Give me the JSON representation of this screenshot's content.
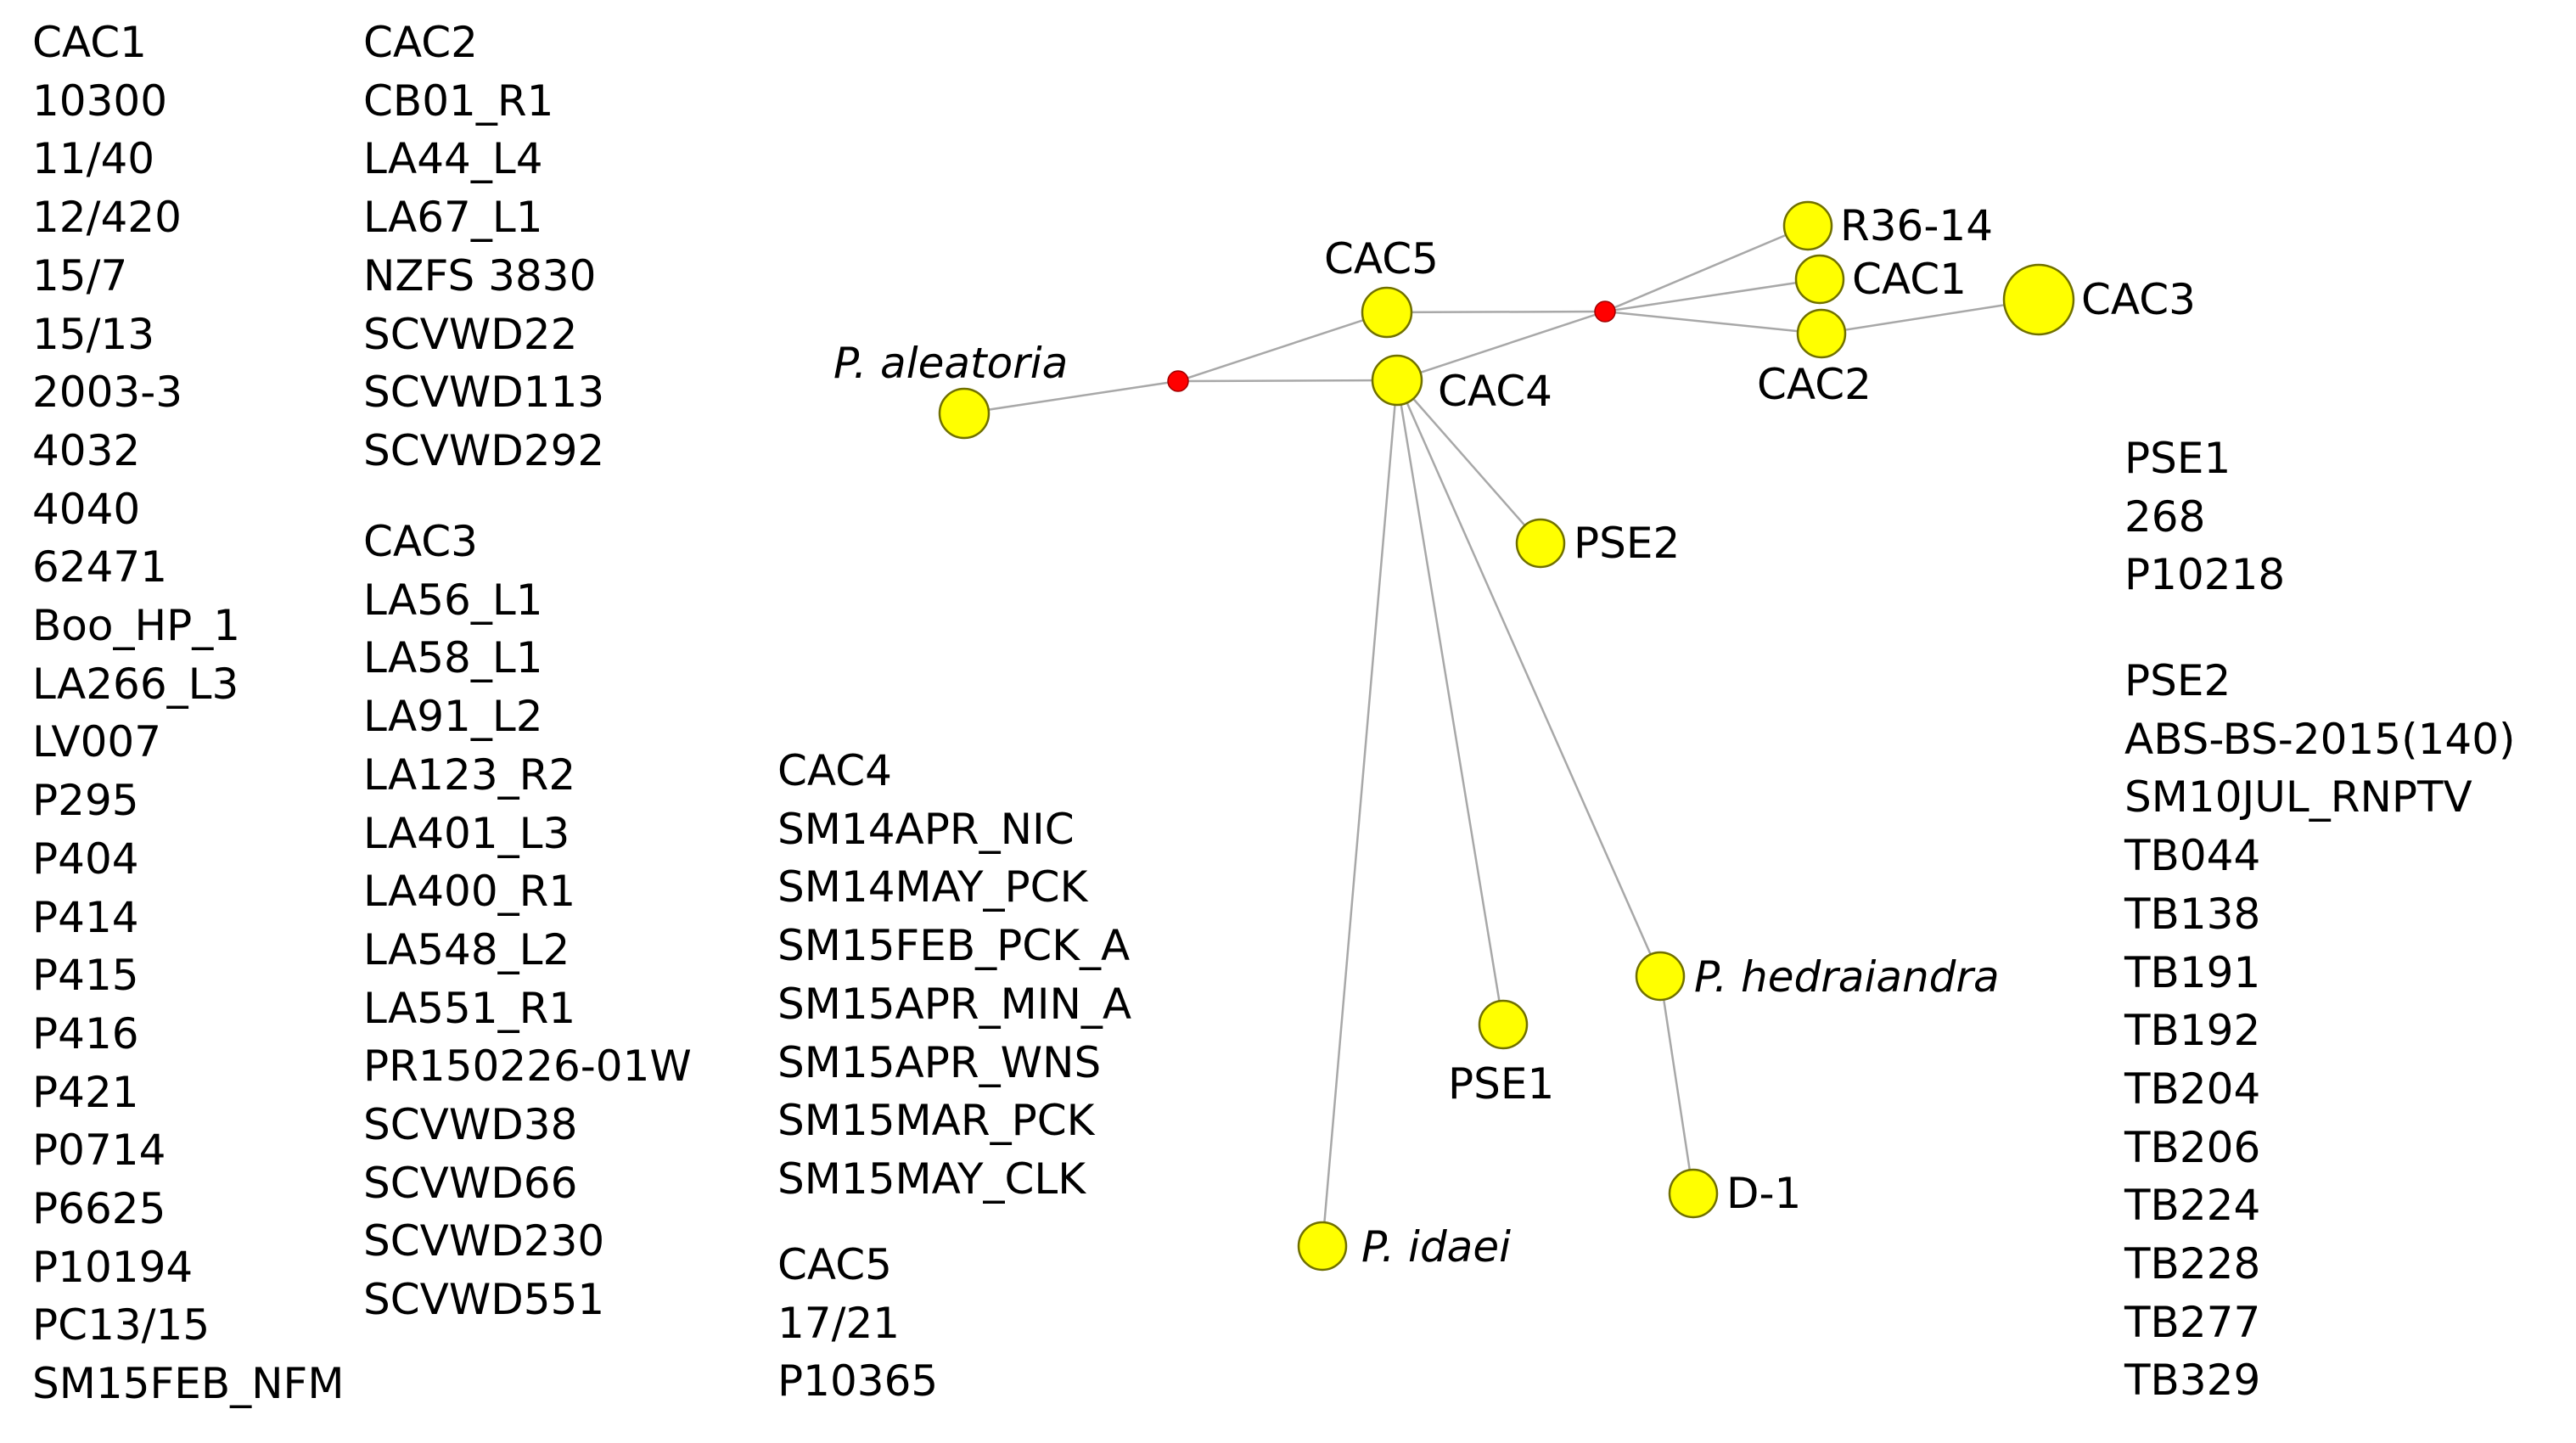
{
  "groups": {
    "cac1": {
      "title": "CAC1",
      "items": [
        "10300",
        "11/40",
        "12/420",
        "15/7",
        "15/13",
        "2003-3",
        "4032",
        "4040",
        "62471",
        "Boo_HP_1",
        "LA266_L3",
        "LV007",
        "P295",
        "P404",
        "P414",
        "P415",
        "P416",
        "P421",
        "P0714",
        "P6625",
        "P10194",
        "PC13/15",
        "SM15FEB_NFM"
      ]
    },
    "cac2": {
      "title": "CAC2",
      "items": [
        "CB01_R1",
        "LA44_L4",
        "LA67_L1",
        "NZFS 3830",
        "SCVWD22",
        "SCVWD113",
        "SCVWD292"
      ]
    },
    "cac3": {
      "title": "CAC3",
      "items": [
        "LA56_L1",
        "LA58_L1",
        "LA91_L2",
        "LA123_R2",
        "LA401_L3",
        "LA400_R1",
        "LA548_L2",
        "LA551_R1",
        "PR150226-01W",
        "SCVWD38",
        "SCVWD66",
        "SCVWD230",
        "SCVWD551"
      ]
    },
    "cac4": {
      "title": "CAC4",
      "items": [
        "SM14APR_NIC",
        "SM14MAY_PCK",
        "SM15FEB_PCK_A",
        "SM15APR_MIN_A",
        "SM15APR_WNS",
        "SM15MAR_PCK",
        "SM15MAY_CLK"
      ]
    },
    "cac5": {
      "title": "CAC5",
      "items": [
        "17/21",
        "P10365"
      ]
    },
    "pse1": {
      "title": "PSE1",
      "items": [
        "268",
        "P10218"
      ]
    },
    "pse2": {
      "title": "PSE2",
      "items": [
        "ABS-BS-2015(140)",
        "SM10JUL_RNPTV",
        "TB044",
        "TB138",
        "TB191",
        "TB192",
        "TB204",
        "TB206",
        "TB224",
        "TB228",
        "TB277",
        "TB329"
      ]
    }
  },
  "network": {
    "nodes": [
      {
        "id": "p_aleatoria",
        "label": "P. aleatoria",
        "italic": true
      },
      {
        "id": "cac5",
        "label": "CAC5",
        "italic": false
      },
      {
        "id": "cac4",
        "label": "CAC4",
        "italic": false
      },
      {
        "id": "r36_14",
        "label": "R36-14",
        "italic": false
      },
      {
        "id": "cac1",
        "label": "CAC1",
        "italic": false
      },
      {
        "id": "cac2",
        "label": "CAC2",
        "italic": false
      },
      {
        "id": "cac3",
        "label": "CAC3",
        "italic": false
      },
      {
        "id": "pse2",
        "label": "PSE2",
        "italic": false
      },
      {
        "id": "pse1",
        "label": "PSE1",
        "italic": false
      },
      {
        "id": "p_hedraiandra",
        "label": "P. hedraiandra",
        "italic": true
      },
      {
        "id": "p_idaei",
        "label": "P. idaei",
        "italic": true
      },
      {
        "id": "d1",
        "label": "D-1",
        "italic": false
      }
    ],
    "median_vectors": [
      "mv1",
      "mv2"
    ],
    "edges": [
      [
        "p_aleatoria",
        "mv1"
      ],
      [
        "mv1",
        "cac5"
      ],
      [
        "mv1",
        "cac4"
      ],
      [
        "cac5",
        "mv2"
      ],
      [
        "cac4",
        "mv2"
      ],
      [
        "mv2",
        "r36_14"
      ],
      [
        "mv2",
        "cac1"
      ],
      [
        "mv2",
        "cac2"
      ],
      [
        "cac2",
        "cac3"
      ],
      [
        "cac4",
        "pse2"
      ],
      [
        "cac4",
        "pse1"
      ],
      [
        "cac4",
        "p_hedraiandra"
      ],
      [
        "cac4",
        "p_idaei"
      ],
      [
        "p_hedraiandra",
        "d1"
      ]
    ],
    "colors": {
      "node": "#ffff00",
      "median_vector": "#ff0000",
      "edge": "#a8a8a8"
    }
  }
}
